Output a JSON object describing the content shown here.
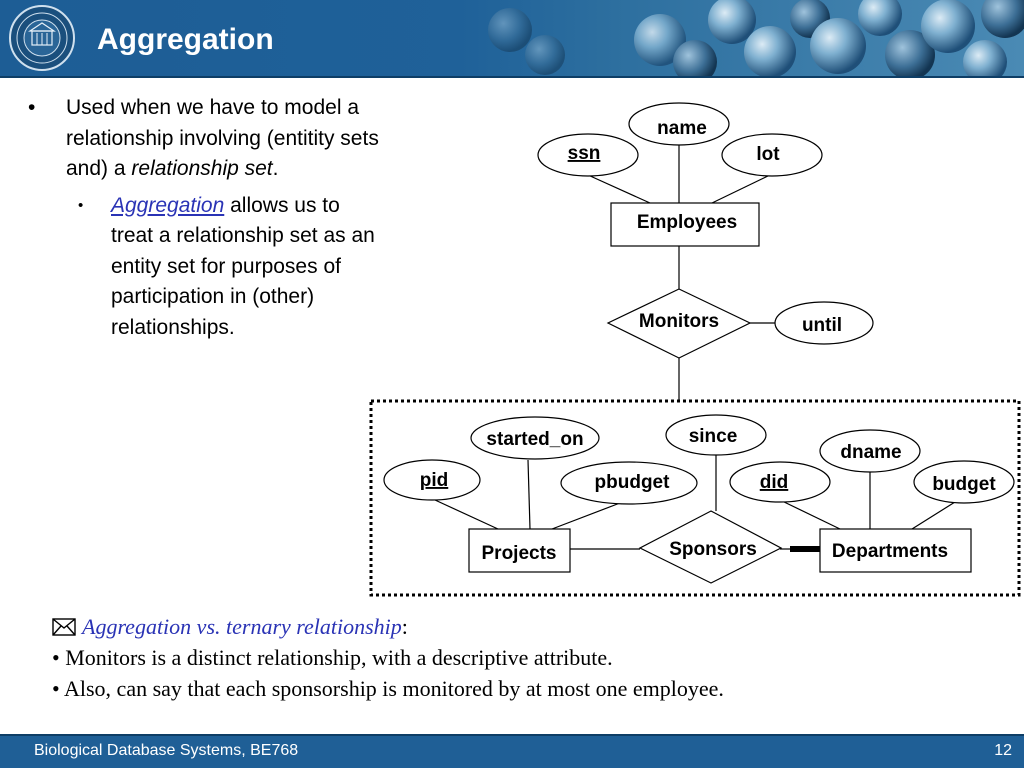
{
  "slide": {
    "title": "Aggregation",
    "page_number": "12"
  },
  "bullets": {
    "main_marker": "•",
    "main_line1": "Used when we have to model a relationship involving (entitity sets and) a ",
    "main_emph": "relationship set",
    "main_end": ".",
    "sub_marker": "•",
    "sub_link": "Aggregation",
    "sub_rest": " allows us to treat a relationship set as an entity set   for purposes of participation in (other) relationships."
  },
  "diagram": {
    "entities": {
      "employees": "Employees",
      "projects": "Projects",
      "departments": "Departments"
    },
    "relationships": {
      "monitors": "Monitors",
      "sponsors": "Sponsors"
    },
    "attributes": {
      "name": "name",
      "ssn": "ssn",
      "lot": "lot",
      "until": "until",
      "started_on": "started_on",
      "since": "since",
      "dname": "dname",
      "pid": "pid",
      "pbudget": "pbudget",
      "did": "did",
      "budget": "budget"
    }
  },
  "note": {
    "heading": "Aggregation vs. ternary relationship",
    "heading_colon": ":",
    "line1": "• Monitors is a distinct relationship, with a descriptive attribute.",
    "line2": "•  Also, can say that each sponsorship is monitored by at most one employee."
  },
  "footer": {
    "course": "Biological Database Systems, BE768"
  },
  "colors": {
    "header_blue": "#1f6199",
    "footer_blue": "#1f5f96",
    "link_blue": "#2a33b5"
  },
  "icons": {
    "seal": "university-seal-logo",
    "note_bullet": "envelope-icon"
  }
}
